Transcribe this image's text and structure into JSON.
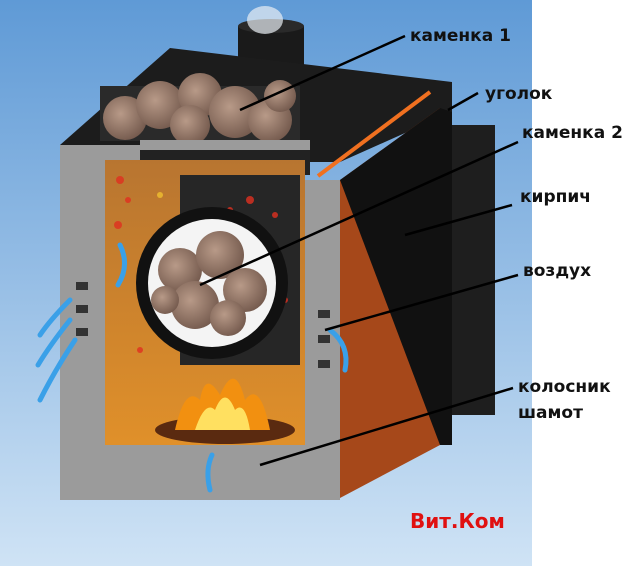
{
  "labels": {
    "stones_1": "каменка 1",
    "angle": "уголок",
    "stones_2": "каменка 2",
    "brick": "кирпич",
    "air": "воздух",
    "grate": "колосник",
    "fireclay": "шамот"
  },
  "brand": "Вит.Ком",
  "colors": {
    "sky": "#6ea6dc",
    "steel": "#9a9a9a",
    "brick": "#a6481a",
    "body": "#1e1e1e",
    "brand": "#e01010"
  }
}
